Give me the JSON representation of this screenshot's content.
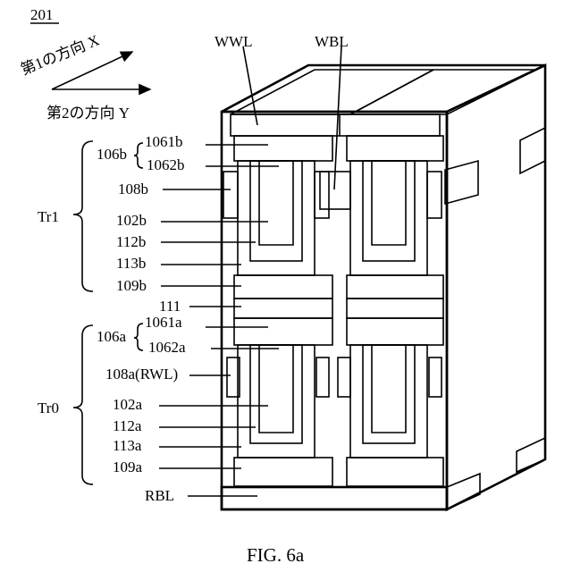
{
  "figure": {
    "ref_number": "201",
    "caption": "FIG. 6a"
  },
  "axes": {
    "direction_x": "第1の方向 X",
    "direction_y": "第2の方向 Y"
  },
  "top_labels": {
    "wwl": "WWL",
    "wbl": "WBL"
  },
  "groups": {
    "tr1": "Tr1",
    "tr0": "Tr0"
  },
  "left_labels": {
    "l106b": "106b",
    "l1061b": "1061b",
    "l1062b": "1062b",
    "l108b": "108b",
    "l102b": "102b",
    "l112b": "112b",
    "l113b": "113b",
    "l109b": "109b",
    "l111": "111",
    "l106a": "106a",
    "l1061a": "1061a",
    "l1062a": "1062a",
    "l108a": "108a(RWL)",
    "l102a": "102a",
    "l112a": "112a",
    "l113a": "113a",
    "l109a": "109a",
    "rbl": "RBL"
  },
  "colors": {
    "line": "#000000",
    "background": "#ffffff"
  }
}
